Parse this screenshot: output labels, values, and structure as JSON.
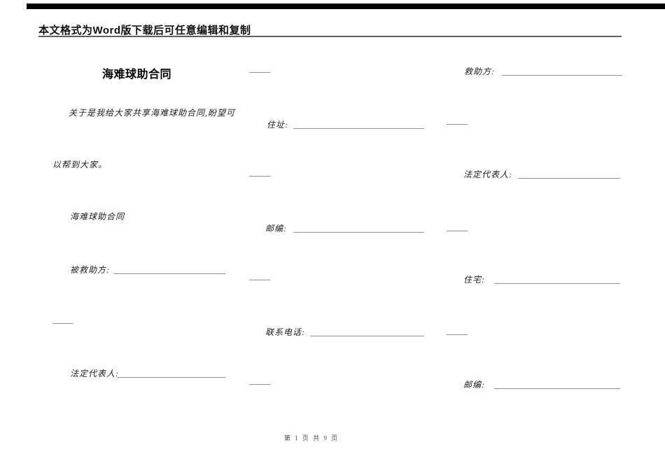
{
  "header": {
    "notice": "本文格式为Word版下载后可任意编辑和复制"
  },
  "document": {
    "title": "海难球助合同",
    "intro_line1": "关于是我给大家共享海难球助合同,盼望可",
    "intro_line2": "以帮到大家。",
    "subtitle": "海难球助合同",
    "fields": {
      "rescued_party_label": "被救助方:",
      "legal_rep_left_label": "法定代表人:",
      "address_label": "住址:",
      "postcode_middle_label": "邮编:",
      "phone_label": "联系电话:",
      "salvor_label": "救助方:",
      "legal_rep_right_label": "法定代表人:",
      "residence_label": "住宅:",
      "postcode_right_label": "邮编:"
    }
  },
  "footer": {
    "page_info": "第 1 页 共 9 页"
  },
  "colors": {
    "top_bar": "#000000",
    "header_rule": "#5f5f5f",
    "blank_line": "#8f8f8f",
    "text": "#1c1c1c"
  }
}
